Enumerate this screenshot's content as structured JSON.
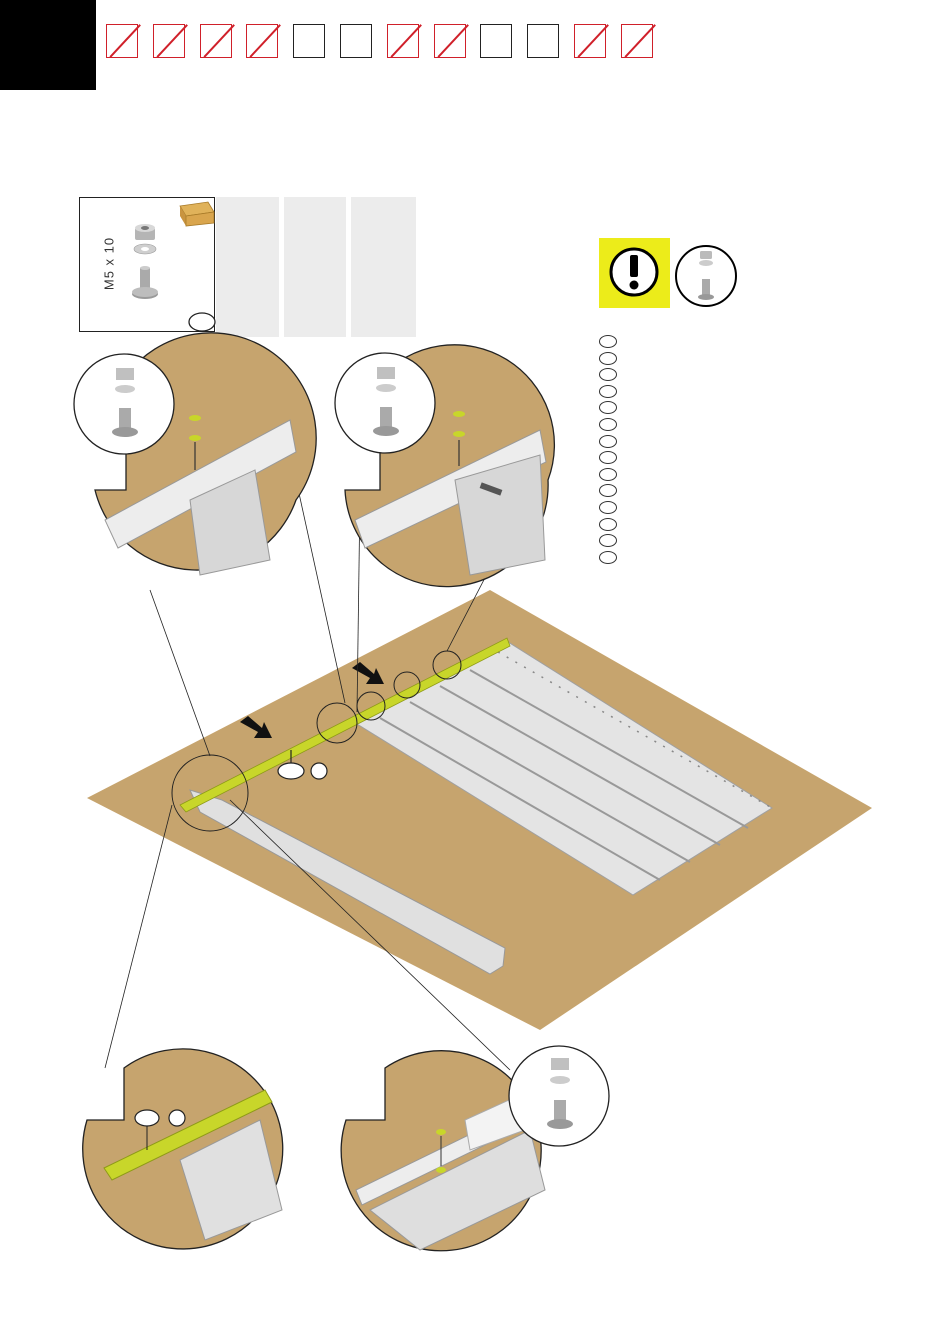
{
  "header": {
    "step_number": "",
    "checkboxes": [
      {
        "state": "crossed"
      },
      {
        "state": "crossed"
      },
      {
        "state": "crossed"
      },
      {
        "state": "crossed"
      },
      {
        "state": "empty"
      },
      {
        "state": "empty"
      },
      {
        "state": "crossed"
      },
      {
        "state": "crossed"
      },
      {
        "state": "empty"
      },
      {
        "state": "empty"
      },
      {
        "state": "crossed"
      },
      {
        "state": "crossed"
      }
    ]
  },
  "parts": {
    "label": "M5 x 10",
    "icons": [
      "box-icon",
      "nut-icon",
      "washer-icon",
      "bolt-icon"
    ],
    "quantity": ""
  },
  "warning": {
    "icon": "exclamation-icon",
    "hardware_icon": "hardware-set-icon"
  },
  "counter": {
    "count": 14
  },
  "colors": {
    "floor": "#c6a46e",
    "highlight": "#c8d62a",
    "warning": "#ecec1a",
    "cross": "#d0202a",
    "panel": "#e6e6e6"
  }
}
